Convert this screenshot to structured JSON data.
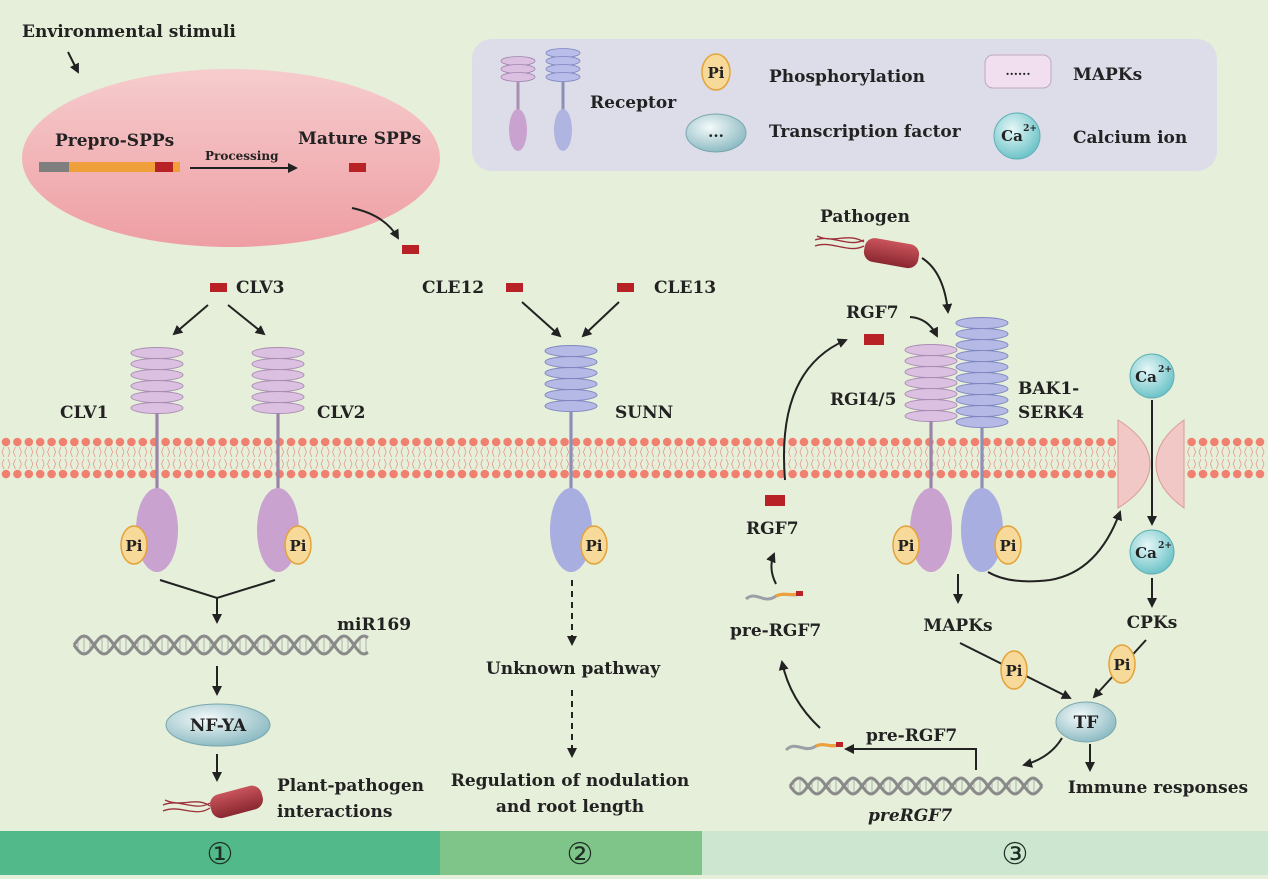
{
  "environmental_stimuli": "Environmental stimuli",
  "prepro_spps": "Prepro-SPPs",
  "processing": "Processing",
  "mature_spps": "Mature SPPs",
  "legend": {
    "receptor": "Receptor",
    "phosphorylation": "Phosphorylation",
    "pi_symbol": "Pi",
    "mapks": "MAPKs",
    "mapks_dots": "......",
    "transcription_factor": "Transcription factor",
    "tf_dots": "...",
    "calcium_ion": "Calcium ion",
    "ca_symbol": "Ca",
    "ca_charge": "2+"
  },
  "panel1": {
    "clv3": "CLV3",
    "clv1": "CLV1",
    "clv2": "CLV2",
    "mir169": "miR169",
    "nfya": "NF-YA",
    "outcome_line1": "Plant-pathogen",
    "outcome_line2": "interactions"
  },
  "panel2": {
    "cle12": "CLE12",
    "cle13": "CLE13",
    "sunn": "SUNN",
    "unknown": "Unknown pathway",
    "outcome_line1": "Regulation of nodulation",
    "outcome_line2": "and root length"
  },
  "panel3": {
    "pathogen": "Pathogen",
    "rgf7_top": "RGF7",
    "rgi45": "RGI4/5",
    "bak1": "BAK1-",
    "serk4": "SERK4",
    "rgf7_mid": "RGF7",
    "pre_rgf7_left": "pre-RGF7",
    "pre_rgf7_bottom": "pre-RGF7",
    "gene": "preRGF7",
    "mapks": "MAPKs",
    "cpks": "CPKs",
    "tf": "TF",
    "immune": "Immune responses"
  },
  "footer": {
    "sections": [
      "①",
      "②",
      "③"
    ],
    "colors": [
      "#52b98a",
      "#7fc488",
      "#cde6cf"
    ]
  },
  "colors": {
    "background": "#e6efd9",
    "cell": "#f3c6c8",
    "peptide": "#b82227",
    "receptor_purple": "#d9b8de",
    "receptor_blue": "#a9aee0",
    "pi_fill": "#f7d99a",
    "membrane": "#f08070",
    "dna": "#8a8a8a"
  }
}
